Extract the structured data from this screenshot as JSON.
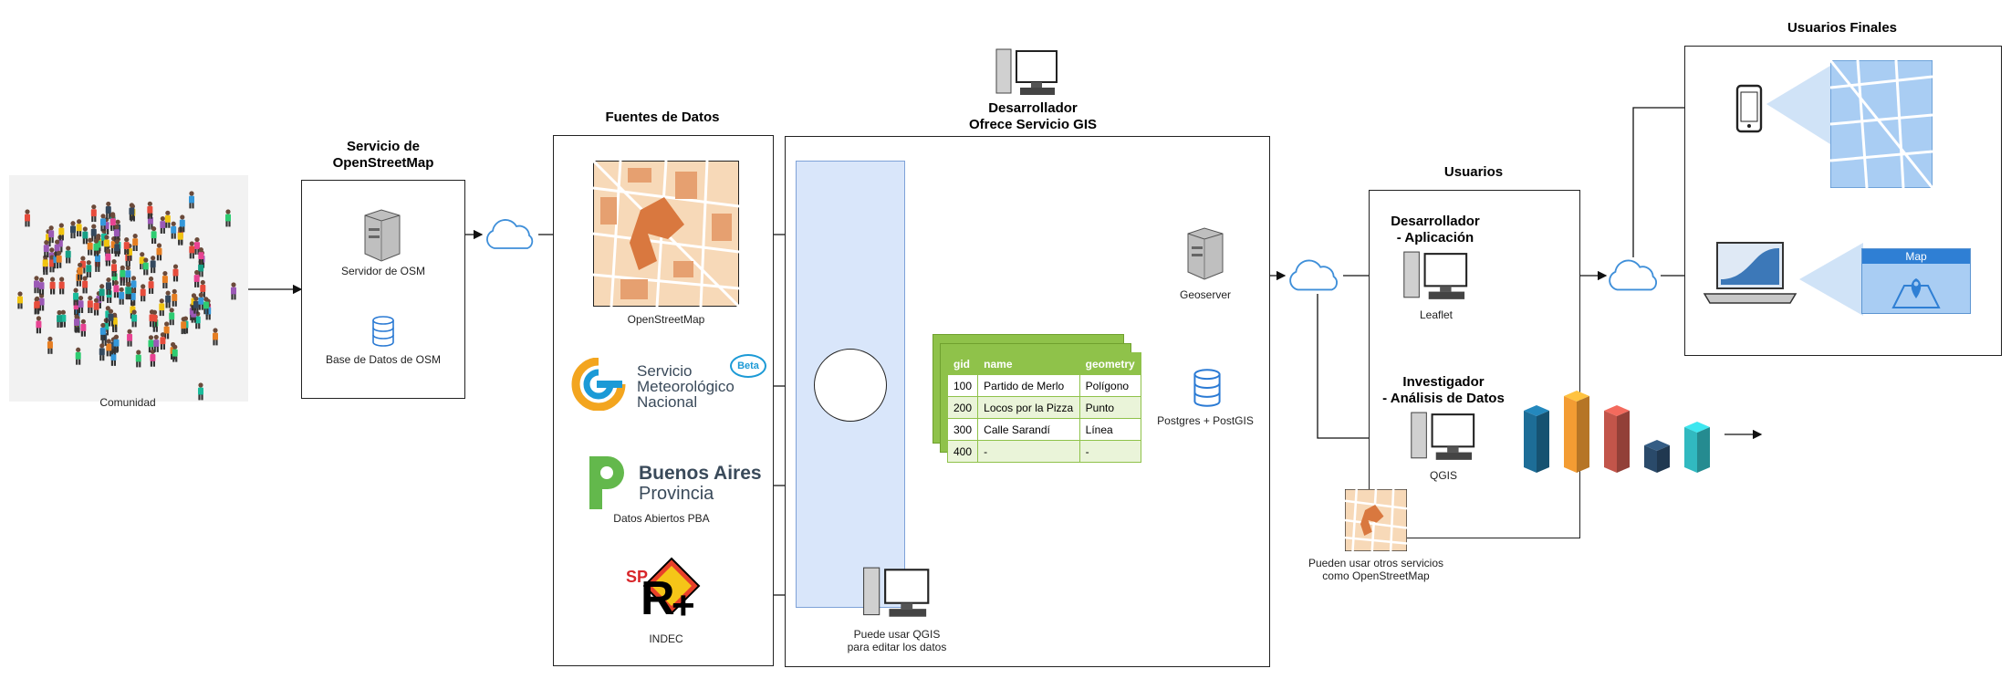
{
  "titles": {
    "osm_service": "Servicio de\nOpenStreetMap",
    "data_sources": "Fuentes de Datos",
    "developer_gis": "Desarrollador\nOfrece Servicio GIS",
    "users": "Usuarios",
    "end_users": "Usuarios Finales",
    "dev_app": "Desarrollador\n- Aplicación",
    "researcher": "Investigador\n- Análisis de Datos"
  },
  "captions": {
    "community": "Comunidad",
    "osm_server": "Servidor de OSM",
    "osm_db": "Base de Datos de OSM",
    "openstreetmap": "OpenStreetMap",
    "pba": "Datos Abiertos PBA",
    "indec": "INDEC",
    "qgis_edit": "Puede usar QGIS\npara editar los datos",
    "geoserver": "Geoserver",
    "postgres": "Postgres + PostGIS",
    "leaflet": "Leaflet",
    "qgis": "QGIS",
    "other_services": "Pueden usar otros servicios\ncomo OpenStreetMap"
  },
  "logos": {
    "smn_line1": "Servicio",
    "smn_line2": "Meteorológico",
    "smn_line3": "Nacional",
    "smn_beta": "Beta",
    "ba_line1": "Buenos Aires",
    "ba_line2": "Provincia",
    "indec_sp": "SP",
    "indec_r": "R",
    "indec_plus": "+",
    "map_widget": "Map"
  },
  "table": {
    "headers": [
      "gid",
      "name",
      "geometry"
    ],
    "rows": [
      [
        "100",
        "Partido de Merlo",
        "Polígono"
      ],
      [
        "200",
        "Locos por la Pizza",
        "Punto"
      ],
      [
        "300",
        "Calle Sarandí",
        "Línea"
      ],
      [
        "400",
        "-",
        "-"
      ]
    ]
  },
  "colors": {
    "cloud_stroke": "#3f8fd9",
    "table_green": "#8fc24a",
    "panel_blue": "#d9e6fa",
    "bar_colors": [
      "#1d6d97",
      "#f39c33",
      "#c2554a",
      "#2a4a6a",
      "#31b9c0"
    ]
  },
  "icons": {
    "community": "crowd-icon",
    "server": "server-icon",
    "database": "database-icon",
    "cloud": "cloud-icon",
    "workstation": "workstation-icon",
    "phone": "smartphone-icon",
    "laptop": "laptop-icon",
    "bars": "bar-chart-3d-icon"
  }
}
